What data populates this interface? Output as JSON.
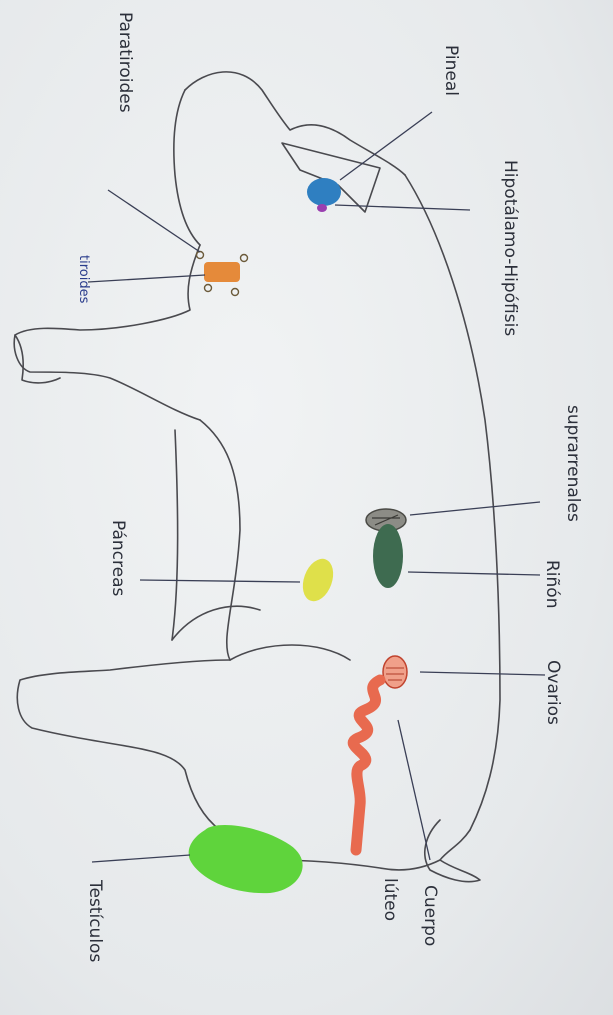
{
  "labels": {
    "pineal": "Pineal",
    "paratiroides": "Paratiroides",
    "tiroides": "tiroides",
    "hipotalamo_hipofisis": "Hipotálamo-Hipófisis",
    "suprarrenales": "suprarrenales",
    "rinon": "Riñón",
    "pancreas": "Páncreas",
    "ovarios": "Ovarios",
    "cuerpo": "Cuerpo",
    "luteo": "lúteo",
    "testiculos": "Testículos"
  },
  "colors": {
    "pineal": "#2f7fc1",
    "thyroid": "#e58a3a",
    "adrenal": "#5a5a52",
    "kidney": "#3e6b50",
    "pancreas": "#dfe04a",
    "ovary": "#e86a4f",
    "testis": "#5fd43c",
    "ink": "#3a3f56"
  }
}
